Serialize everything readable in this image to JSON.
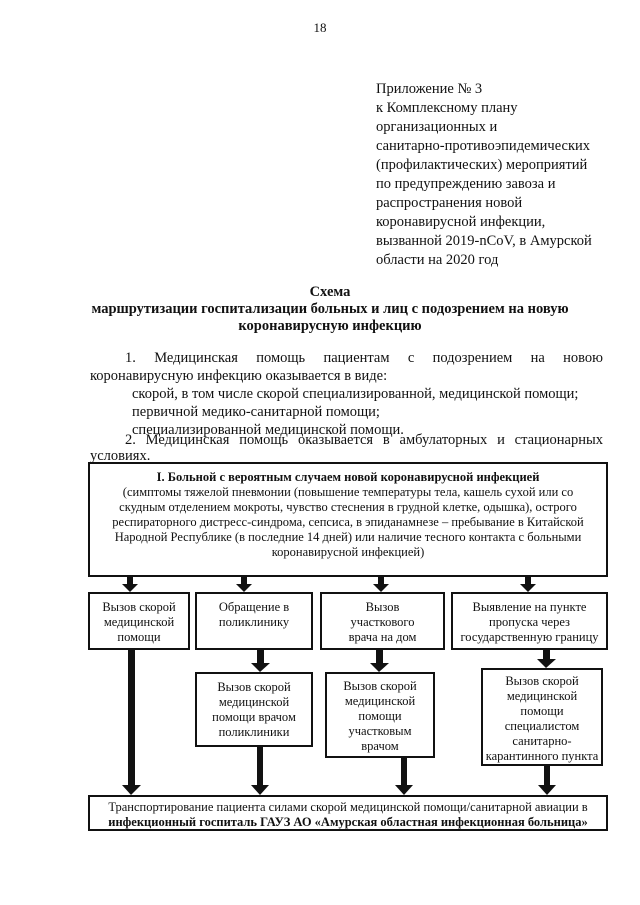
{
  "page_number": "18",
  "appendix": {
    "lines": [
      "Приложение № 3",
      "к Комплексному плану",
      "организационных и",
      "санитарно-противоэпидемических",
      "(профилактических) мероприятий",
      "по предупреждению завоза и",
      "распространения  новой",
      "коронавирусной инфекции,",
      "вызванной 2019-nCoV, в Амурской",
      "области на 2020 год"
    ]
  },
  "schema": {
    "title": "Схема",
    "subtitle_line1": "маршрутизации госпитализации больных и лиц с подозрением на новую",
    "subtitle_line2": "коронавирусную инфекцию"
  },
  "paragraphs": {
    "p1_line1": "1.  Медицинская  помощь  пациентам  с  подозрением  на  новою",
    "p1_line2": "коронавирусную инфекцию оказывается в виде:",
    "p1_item1": "скорой, в том числе скорой специализированной, медицинской помощи;",
    "p1_item2": "первичной медико-санитарной помощи;",
    "p1_item3": "специализированной медицинской помощи.",
    "p2_line1": "2. Медицинская помощь оказывается в амбулаторных и стационарных",
    "p2_line2": "условиях."
  },
  "flow": {
    "top_box": {
      "title": "I. Больной с вероятным случаем новой коронавирусной инфекцией",
      "lines": [
        "(симптомы тяжелой пневмонии (повышение температуры тела, кашель сухой или со",
        "скудным отделением мокроты, чувство стеснения в  грудной клетке, одышка), острого",
        "респираторного дистресс-синдрома, сепсиса, в эпиданамнезе – пребывание в Китайской",
        "Народной Республике (в последние 14 дней) или наличие тесного контакта с больными",
        "коронавирусной инфекцией)"
      ]
    },
    "level2": [
      {
        "lines": [
          "Вызов скорой",
          "медицинской",
          "помощи"
        ]
      },
      {
        "lines": [
          "Обращение в",
          "поликлинику"
        ]
      },
      {
        "lines": [
          "Вызов",
          "участкового",
          "врача на дом"
        ]
      },
      {
        "lines": [
          "Выявление на пункте",
          "пропуска через",
          "государственную границу"
        ]
      }
    ],
    "level3": [
      {
        "lines": [
          "Вызов скорой",
          "медицинской",
          "помощи врачом",
          "поликлиники"
        ]
      },
      {
        "lines": [
          "Вызов скорой",
          "медицинской",
          "помощи",
          "участковым",
          "врачом"
        ]
      },
      {
        "lines": [
          "Вызов скорой",
          "медицинской",
          "помощи",
          "специалистом",
          "санитарно-",
          "карантинного пункта"
        ]
      }
    ],
    "bottom_box": {
      "line1": "Транспортирование пациента силами скорой медицинской помощи/санитарной авиации в",
      "line2": "инфекционный госпиталь ГАУЗ АО «Амурская областная инфекционная больница»"
    }
  }
}
